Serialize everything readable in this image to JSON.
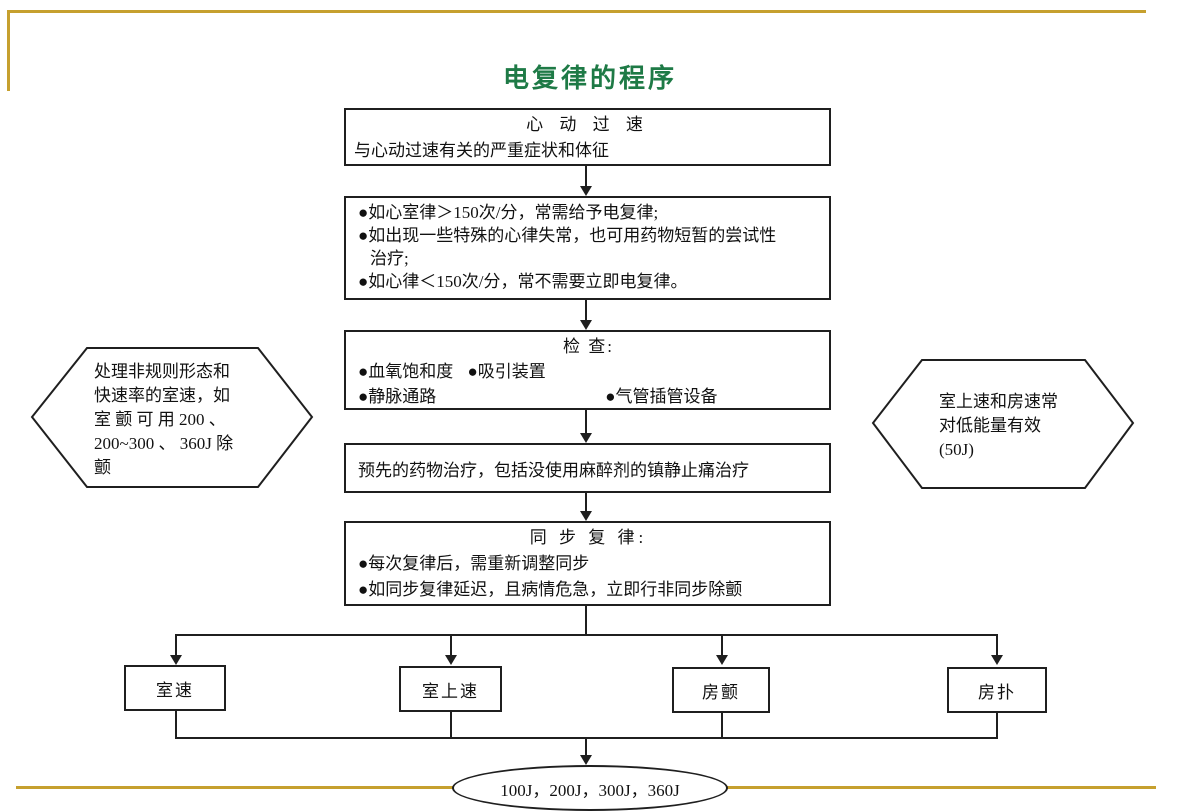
{
  "title": {
    "text": "电复律的程序",
    "color": "#1e7a46"
  },
  "colors": {
    "accent_gold": "#C6A02E",
    "line_black": "#1f1f1f",
    "title_green": "#1e7a46"
  },
  "flow": {
    "box_tachycardia": {
      "heading": "心 动 过 速",
      "line": "与心动过速有关的严重症状和体征"
    },
    "box_criteria": {
      "lines": [
        "●如心室律＞150次/分，常需给予电复律;",
        "●如出现一些特殊的心律失常，也可用药物短暂的尝试性",
        "治疗;",
        "●如心律＜150次/分，常不需要立即电复律。"
      ]
    },
    "box_check": {
      "heading": "检  查:",
      "row1": [
        "●血氧饱和度",
        "●吸引装置"
      ],
      "row2": [
        "●静脉通路",
        "●气管插管设备"
      ]
    },
    "box_premed": {
      "line": "预先的药物治疗，包括没使用麻醉剂的镇静止痛治疗"
    },
    "box_sync": {
      "heading": "同 步 复 律:",
      "lines": [
        "●每次复律后，需重新调整同步",
        "●如同步复律延迟，且病情危急，立即行非同步除颤"
      ]
    },
    "branches": [
      "室速",
      "室上速",
      "房颤",
      "房扑"
    ],
    "terminator": "100J，200J，300J，360J"
  },
  "hexagon_left": {
    "lines": [
      "处理非规则形态和",
      "快速率的室速，如",
      "室 颤 可 用 200 、",
      "200~300 、 360J 除",
      "颤"
    ]
  },
  "hexagon_right": {
    "lines": [
      "室上速和房速常",
      "对低能量有效",
      "(50J)"
    ]
  }
}
